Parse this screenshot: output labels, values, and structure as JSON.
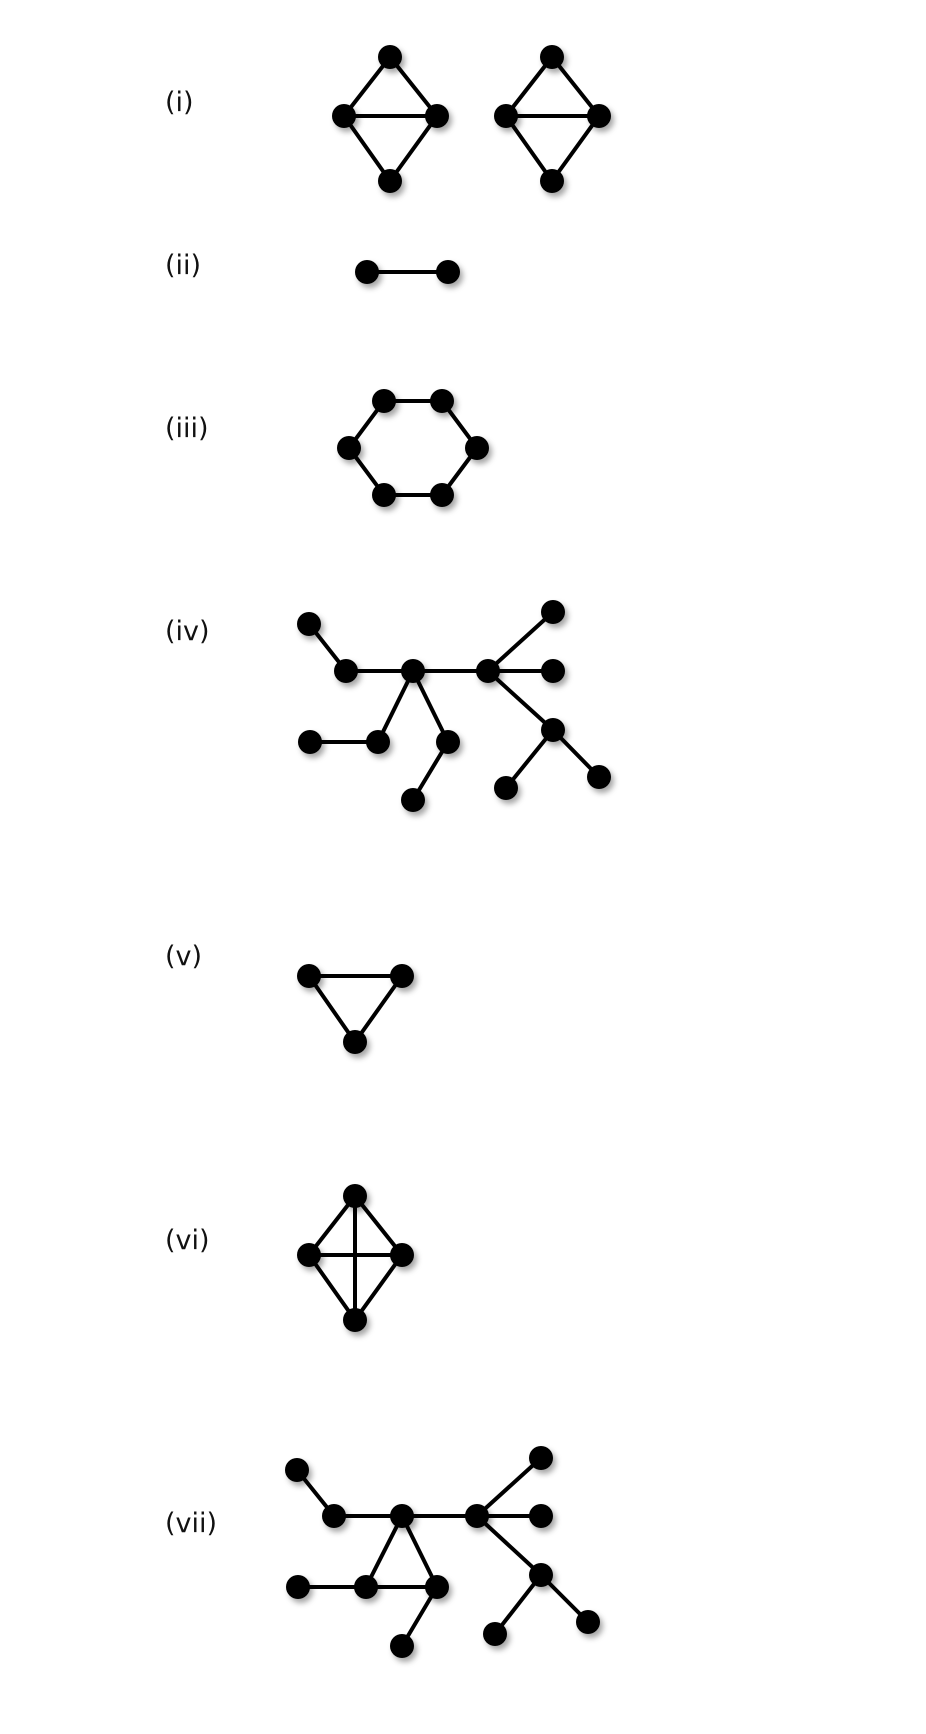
{
  "colors": {
    "node": "#000000",
    "edge": "#000000",
    "background": "#ffffff"
  },
  "graphs": [
    {
      "label": "(i)"
    },
    {
      "label": "(ii)"
    },
    {
      "label": "(iii)"
    },
    {
      "label": "(iv)"
    },
    {
      "label": "(v)"
    },
    {
      "label": "(vi)"
    },
    {
      "label": "(vii)"
    }
  ]
}
